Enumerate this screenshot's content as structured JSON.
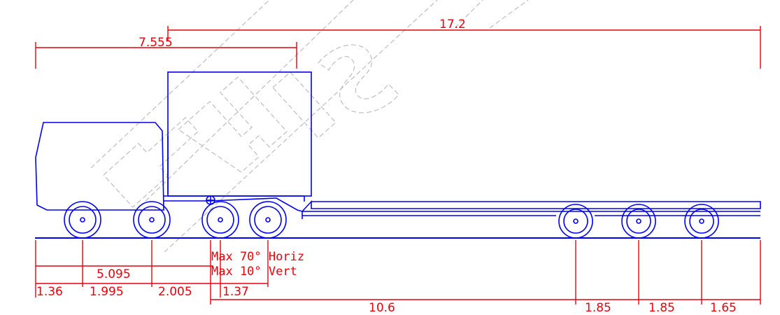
{
  "drawing": {
    "overall_length": "17.2",
    "front_to_coupling": "7.555",
    "wheelbase_span": "5.095",
    "axle_spacings": [
      "1.36",
      "1.995",
      "2.005",
      "1.37",
      "10.6",
      "1.85",
      "1.85",
      "1.65"
    ],
    "articulation_note": {
      "horizontal": "Max 70° Horiz",
      "vertical": "Max 10° Vert"
    },
    "watermark": "THIS",
    "colors": {
      "vehicle": "#0000ee",
      "dimensions": "#e8000b",
      "watermark": "#b8b8b8",
      "background": "#ffffff"
    }
  }
}
